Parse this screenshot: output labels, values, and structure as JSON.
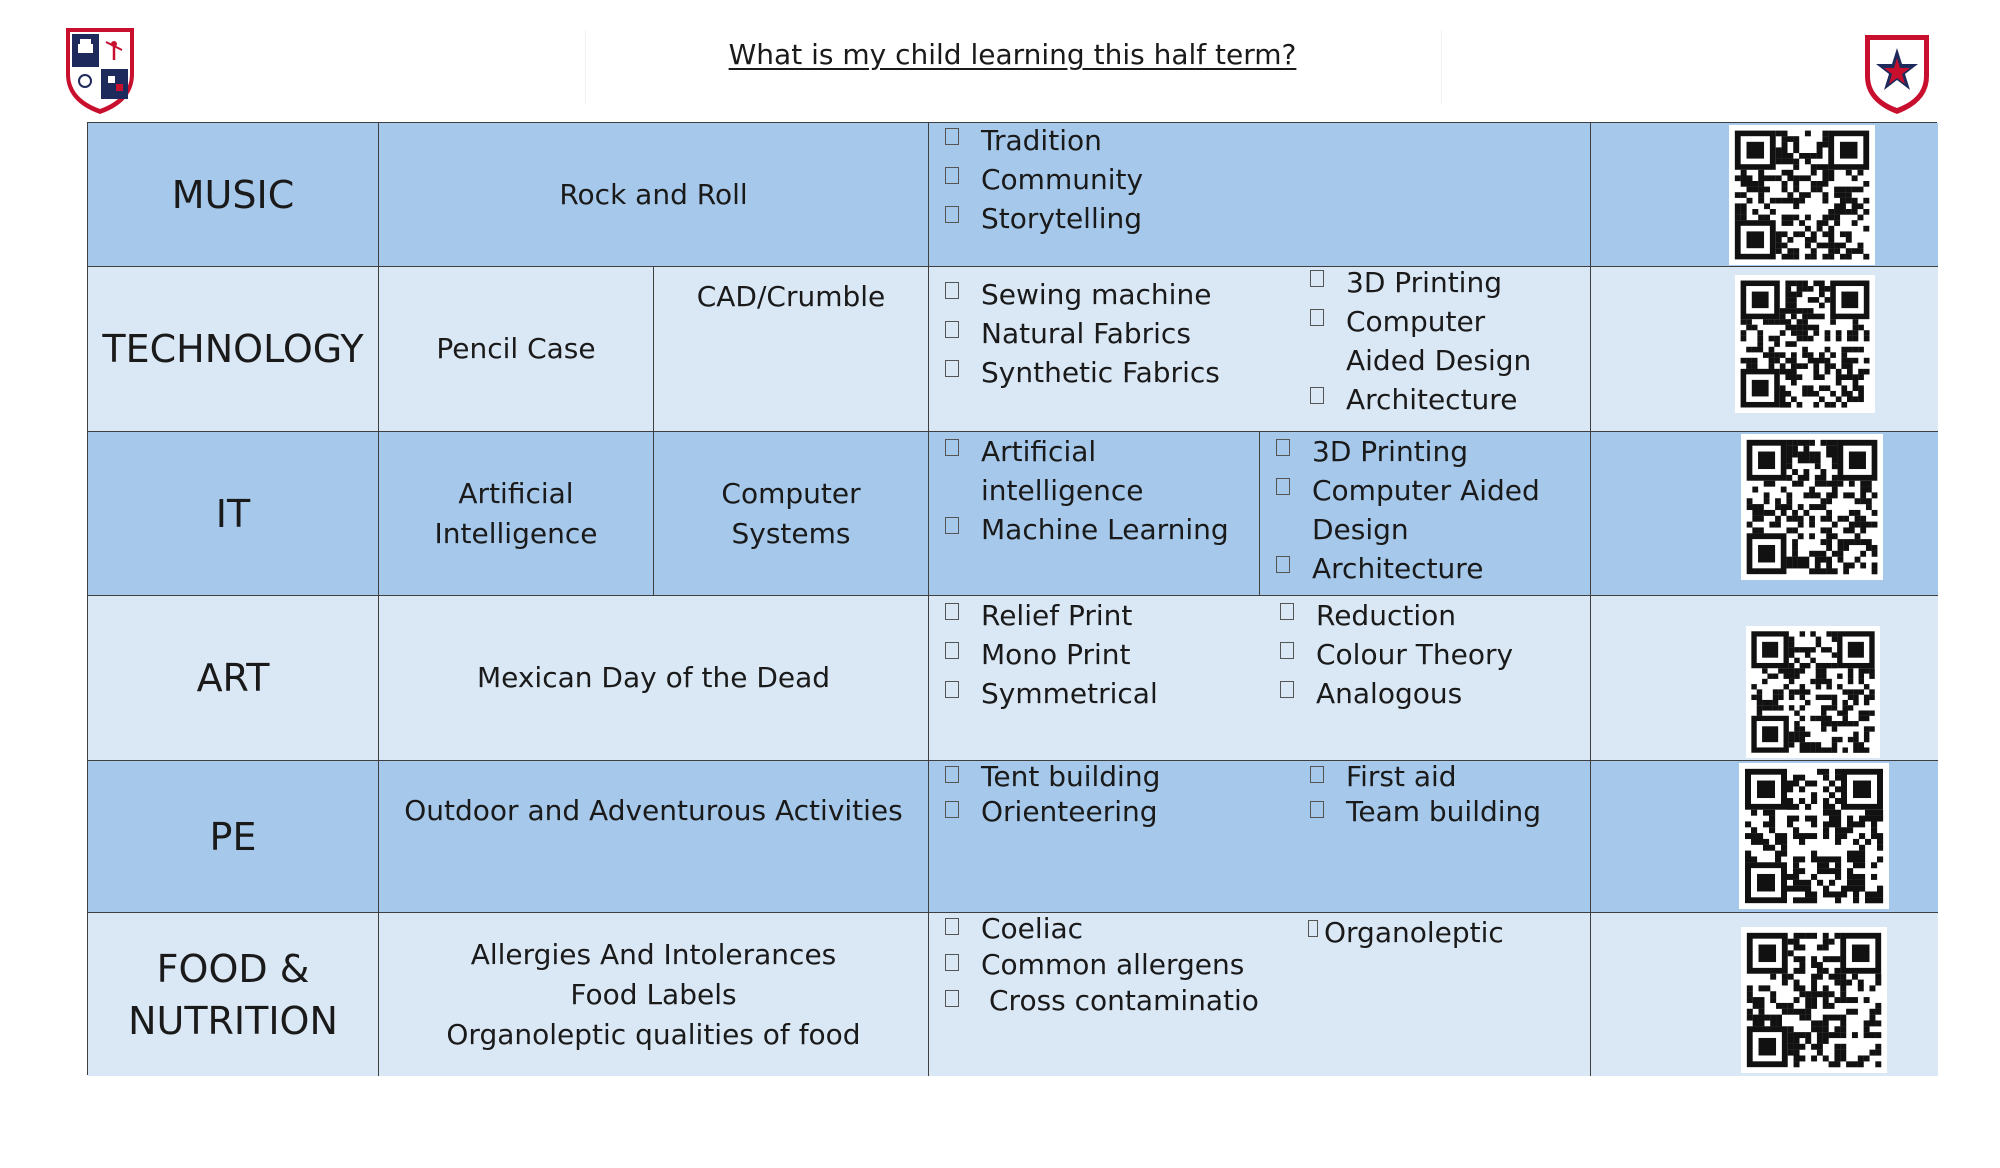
{
  "header": {
    "title": "What is my child learning this half term?"
  },
  "colors": {
    "dark_row": "#a6c8ea",
    "light_row": "#dae7f5",
    "crest_navy": "#1f2a5c",
    "crest_red": "#c8102e"
  },
  "rows": [
    {
      "subject": "MUSIC",
      "topics": [
        "Rock and Roll"
      ],
      "keywords_left": [
        "Tradition",
        "Community",
        "Storytelling"
      ],
      "keywords_right": []
    },
    {
      "subject": "TECHNOLOGY",
      "topics": [
        "Pencil Case",
        "CAD/Crumble"
      ],
      "keywords_left": [
        "Sewing machine",
        "Natural Fabrics",
        "Synthetic Fabrics"
      ],
      "keywords_right": [
        "3D Printing",
        "Computer Aided Design",
        "Architecture"
      ]
    },
    {
      "subject": "IT",
      "topics": [
        "Artificial Intelligence",
        "Computer Systems"
      ],
      "keywords_left": [
        "Artificial intelligence",
        "Machine Learning"
      ],
      "keywords_right": [
        "3D Printing",
        "Computer Aided Design",
        "Architecture"
      ]
    },
    {
      "subject": "ART",
      "topics": [
        "Mexican Day of the Dead"
      ],
      "keywords_left": [
        "Relief Print",
        "Mono Print",
        "Symmetrical"
      ],
      "keywords_right": [
        "Reduction",
        "Colour Theory",
        "Analogous"
      ]
    },
    {
      "subject": "PE",
      "topics": [
        "Outdoor and Adventurous Activities"
      ],
      "keywords_left": [
        "Tent building",
        "Orienteering"
      ],
      "keywords_right": [
        "First aid",
        "Team building"
      ]
    },
    {
      "subject": "FOOD & NUTRITION",
      "topics": [
        "Allergies And Intolerances",
        "Food Labels",
        "Organoleptic qualities of food"
      ],
      "keywords_left": [
        "Coeliac",
        "Common allergens",
        "Cross contamination"
      ],
      "keywords_right": [
        "Organoleptic"
      ]
    }
  ],
  "icons": {
    "left_logo": "school-crest-logo",
    "right_logo": "star-shield-logo",
    "checkbox": "checkbox-icon",
    "qr": "qr-code"
  }
}
